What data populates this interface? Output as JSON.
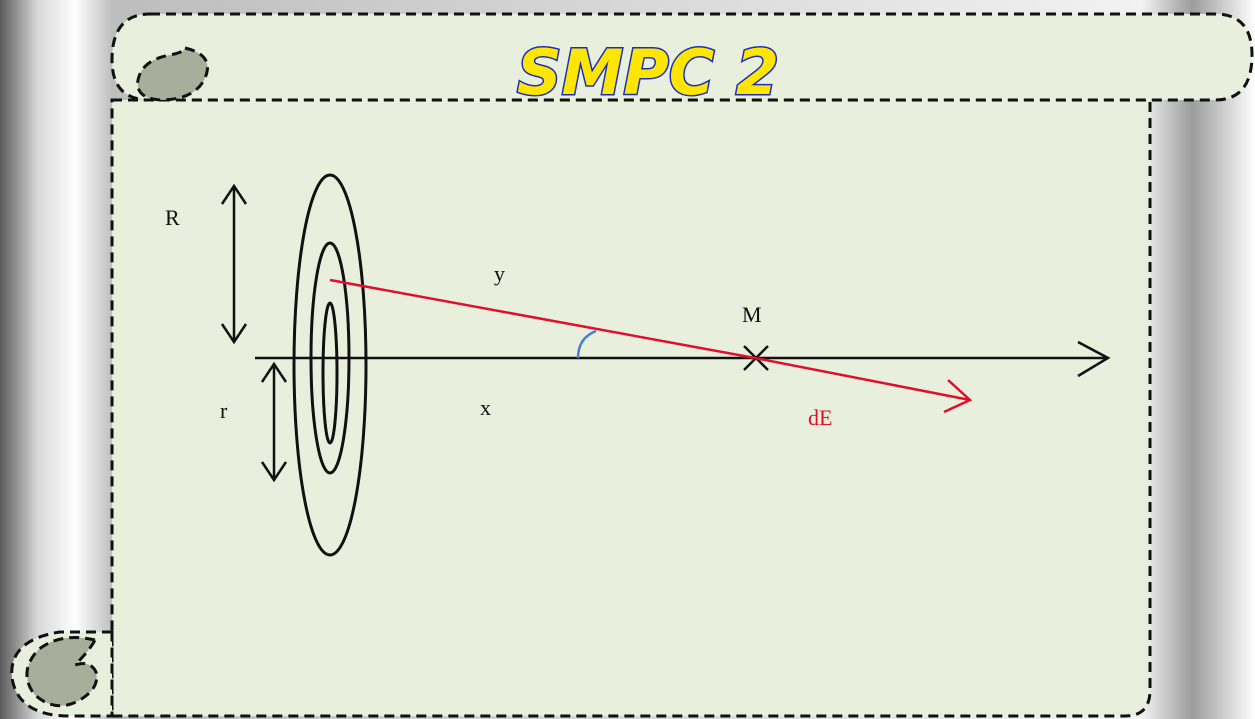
{
  "slide": {
    "title": "SMPC 2"
  },
  "diagram": {
    "labels": {
      "R": "R",
      "r": "r",
      "y": "y",
      "x": "x",
      "M": "M",
      "dE": "dE"
    },
    "colors": {
      "scroll_fill": "#e9efdd",
      "curl_fill": "#a9ad9c",
      "field_vector": "#e0102a",
      "angle_arc": "#4a7bd8",
      "title_fill": "#ffe600",
      "title_stroke": "#1d2fb8"
    }
  }
}
